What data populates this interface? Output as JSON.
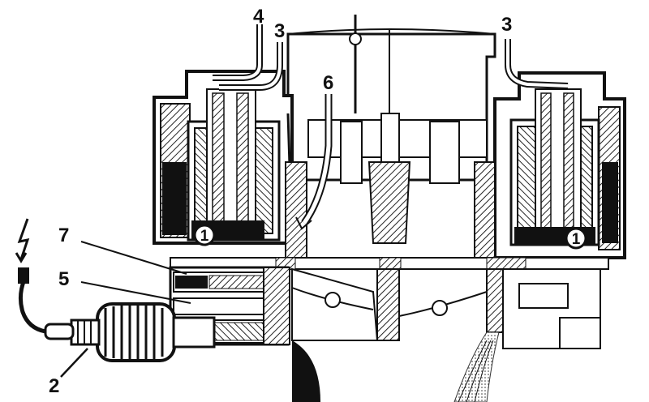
{
  "labels": {
    "l1_left": "1",
    "l1_right": "1",
    "l2": "2",
    "l3_left": "3",
    "l3_right": "3",
    "l4": "4",
    "l5": "5",
    "l6": "6",
    "l7": "7"
  },
  "colors": {
    "ink": "#111111",
    "paper": "#ffffff",
    "hatch": "#222222"
  },
  "icons": {
    "power_symbol": "lightning-bolt-icon"
  }
}
